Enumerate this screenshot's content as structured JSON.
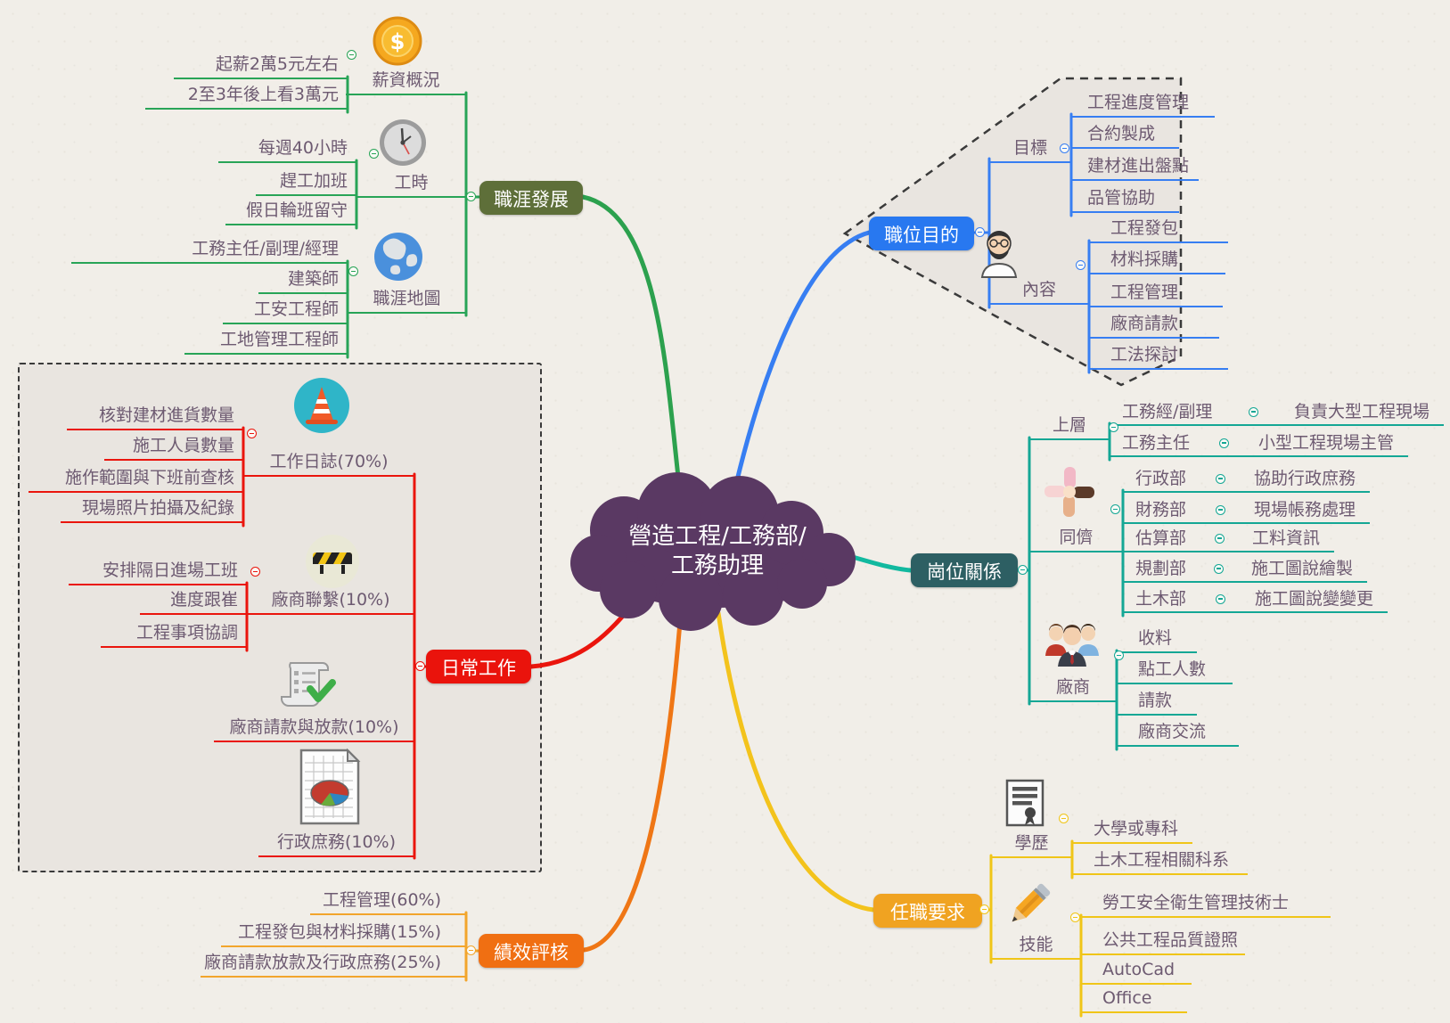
{
  "colors": {
    "background": "#f1eee8",
    "center_cloud": "#5a3963",
    "node_text": "#6d5a71",
    "career_branch": "#28a457",
    "purpose_branch": "#377ef2",
    "relations_branch": "#14a795",
    "daily_branch": "#ea150d",
    "evaluation_branch": "#f2a52c",
    "evaluation_label": "#f06f12",
    "requirements_branch": "#f0c518",
    "requirements_label": "#f0a321",
    "career_label": "#5e6f39",
    "purpose_label": "#2878f0",
    "relations_label": "#2d5f63",
    "daily_label": "#ea130c"
  },
  "center": {
    "line1": "營造工程/工務部/",
    "line2": "工務助理"
  },
  "branches": {
    "career": {
      "label": "職涯發展",
      "salary": {
        "title": "薪資概況",
        "icon": "coin-icon",
        "items": [
          "起薪2萬5元左右",
          "2至3年後上看3萬元"
        ]
      },
      "hours": {
        "title": "工時",
        "icon": "clock-icon",
        "items": [
          "每週40小時",
          "趕工加班",
          "假日輪班留守"
        ]
      },
      "map": {
        "title": "職涯地圖",
        "icon": "globe-icon",
        "items": [
          "工務主任/副理/經理",
          "建築師",
          "工安工程師",
          "工地管理工程師"
        ]
      }
    },
    "purpose": {
      "label": "職位目的",
      "goal": {
        "title": "目標",
        "items": [
          "工程進度管理",
          "合約製成",
          "建材進出盤點",
          "品管協助"
        ]
      },
      "content": {
        "title": "內容",
        "icon": "person-icon",
        "items": [
          "工程發包",
          "材料採購",
          "工程管理",
          "廠商請款",
          "工法探討"
        ]
      }
    },
    "relations": {
      "label": "崗位關係",
      "upper": {
        "title": "上層",
        "rows": [
          {
            "dept": "工務經/副理",
            "desc": "負責大型工程現場"
          },
          {
            "dept": "工務主任",
            "desc": "小型工程現場主管"
          }
        ]
      },
      "peers": {
        "title": "同儕",
        "icon": "hands-icon",
        "rows": [
          {
            "dept": "行政部",
            "desc": "協助行政庶務"
          },
          {
            "dept": "財務部",
            "desc": "現場帳務處理"
          },
          {
            "dept": "估算部",
            "desc": "工料資訊"
          },
          {
            "dept": "規劃部",
            "desc": "施工圖說繪製"
          },
          {
            "dept": "土木部",
            "desc": "施工圖說變變更"
          }
        ]
      },
      "vendors": {
        "title": "廠商",
        "icon": "people-icon",
        "items": [
          "收料",
          "點工人數",
          "請款",
          "廠商交流"
        ]
      }
    },
    "daily": {
      "label": "日常工作",
      "log": {
        "title": "工作日誌(70%)",
        "icon": "cone-icon",
        "items": [
          "核對建材進貨數量",
          "施工人員數量",
          "施作範圍與下班前查核",
          "現場照片拍攝及紀錄"
        ]
      },
      "contact": {
        "title": "廠商聯繫(10%)",
        "icon": "barrier-icon",
        "items": [
          "安排隔日進場工班",
          "進度跟崔",
          "工程事項協調"
        ]
      },
      "billing": {
        "title": "廠商請款與放款(10%)",
        "icon": "scroll-icon"
      },
      "admin": {
        "title": "行政庶務(10%)",
        "icon": "spreadsheet-icon"
      }
    },
    "evaluation": {
      "label": "績效評核",
      "items": [
        "工程管理(60%)",
        "工程發包與材料採購(15%)",
        "廠商請款放款及行政庶務(25%)"
      ]
    },
    "requirements": {
      "label": "任職要求",
      "education": {
        "title": "學歷",
        "icon": "certificate-icon",
        "items": [
          "大學或專科",
          "土木工程相關科系"
        ]
      },
      "skills": {
        "title": "技能",
        "icon": "pencil-icon",
        "items": [
          "勞工安全衛生管理技術士",
          "公共工程品質證照",
          "AutoCad",
          "Office"
        ]
      }
    }
  }
}
